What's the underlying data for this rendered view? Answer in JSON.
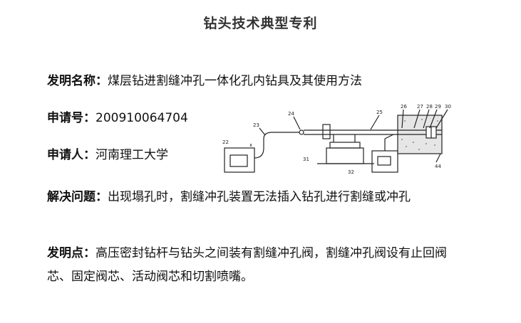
{
  "title": "钻头技术典型专利",
  "invention_name": {
    "label": "发明名称：",
    "value": "煤层钻进割缝冲孔一体化孔内钻具及其使用方法"
  },
  "application_no": {
    "label": "申请号：",
    "value": "200910064704"
  },
  "applicant": {
    "label": "申请人：",
    "value": "河南理工大学"
  },
  "problem": {
    "label": "解决问题：",
    "value": "出现塌孔时，割缝冲孔装置无法插入钻孔进行割缝或冲孔"
  },
  "key_point": {
    "label": "发明点：",
    "value": "高压密封钻杆与钻头之间装有割缝冲孔阀，割缝冲孔阀设有止回阀芯、固定阀芯、活动阀芯和切割喷嘴。"
  },
  "figure": {
    "labels": {
      "l22": "22",
      "l23": "23",
      "l24": "24",
      "l25": "25",
      "l26": "26",
      "l27": "27",
      "l28": "28",
      "l29": "29",
      "l30": "30",
      "l31": "31",
      "l32": "32",
      "l44": "44"
    }
  }
}
